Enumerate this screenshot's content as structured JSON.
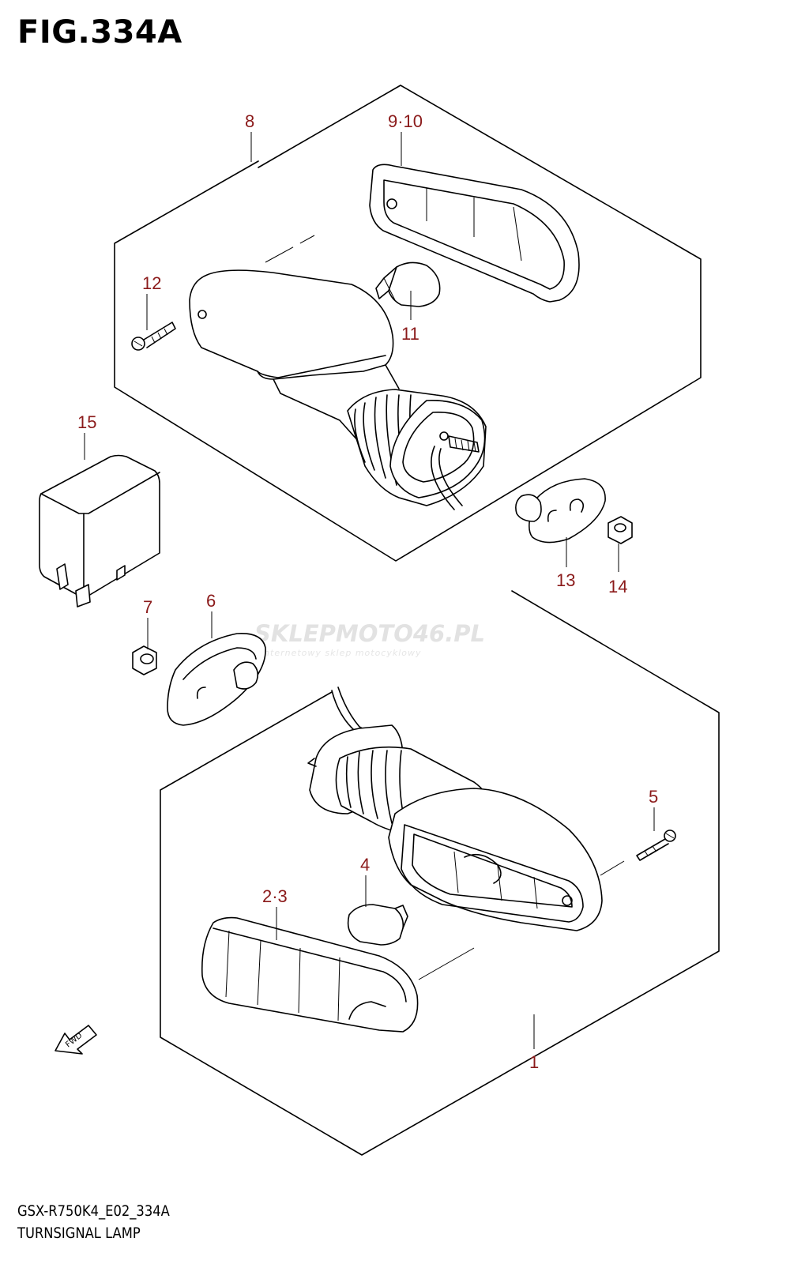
{
  "figure": {
    "title": "FIG.334A"
  },
  "footer": {
    "model_code": "GSX-R750K4_E02_334A",
    "caption": "TURNSIGNAL LAMP"
  },
  "watermark": {
    "main": "SKLEPMOTO46.PL",
    "sub": "internetowy sklep motocyklowy"
  },
  "direction_marker": {
    "label": "FWD"
  },
  "callouts": [
    {
      "label": "8"
    },
    {
      "label": "9·10"
    },
    {
      "label": "12"
    },
    {
      "label": "11"
    },
    {
      "label": "15"
    },
    {
      "label": "13"
    },
    {
      "label": "14"
    },
    {
      "label": "7"
    },
    {
      "label": "6"
    },
    {
      "label": "5"
    },
    {
      "label": "4"
    },
    {
      "label": "2·3"
    },
    {
      "label": "1"
    }
  ],
  "colors": {
    "callout": "#8b1a1a",
    "line": "#000000",
    "watermark": "#e2e2e2"
  }
}
